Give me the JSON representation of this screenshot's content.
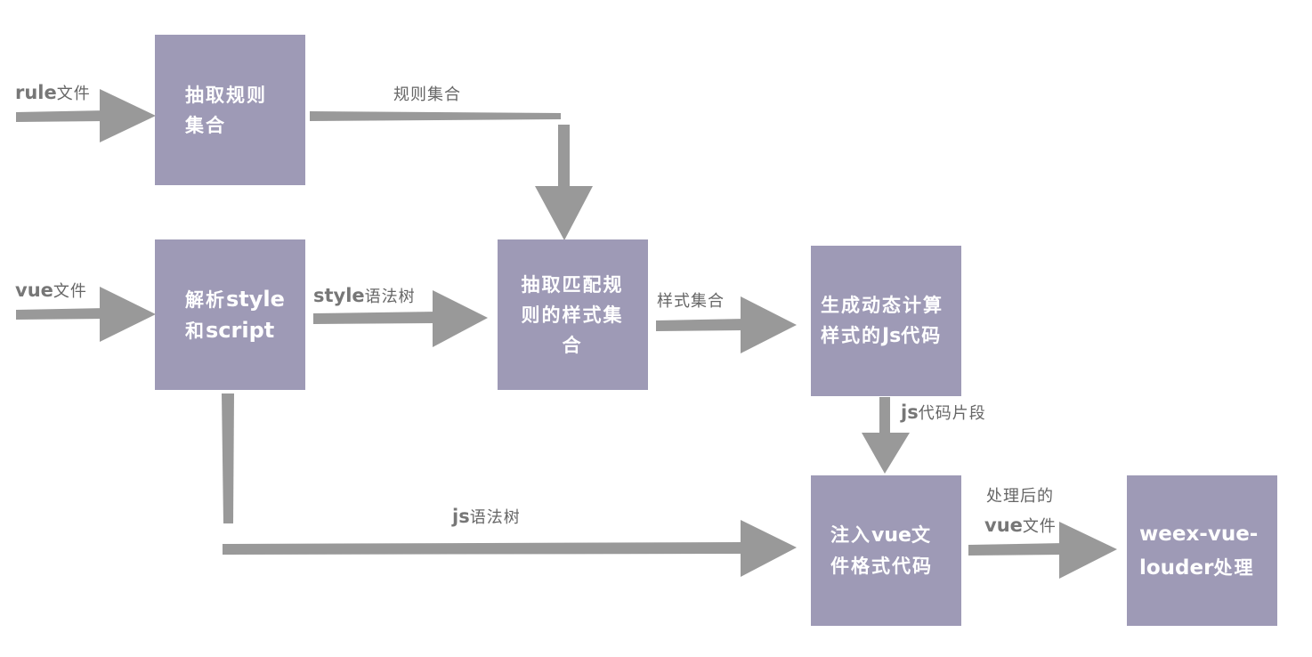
{
  "colors": {
    "box_fill": "#9e9ab6",
    "box_text": "#ffffff",
    "arrow": "#999999",
    "label_text": "#666666"
  },
  "boxes": {
    "extract_rules": "抽取规则集合",
    "parse": {
      "pre1": "解析",
      "en1": "style",
      "pre2": "和",
      "en2": "script"
    },
    "extract_match": "抽取匹配规则的样式集合",
    "generate": {
      "pre": "生成动态计算样式的",
      "en": "Js",
      "post": "代码"
    },
    "inject": {
      "pre": "注入",
      "en": "vue",
      "post": "文件格式代码"
    },
    "weex": {
      "en": "weex-vue-louder",
      "post": "处理"
    }
  },
  "labels": {
    "rule_file": {
      "en": "rule",
      "zh": "文件"
    },
    "vue_file": {
      "en": "vue",
      "zh": "文件"
    },
    "rule_set": "规则集合",
    "style_ast": {
      "en": "style",
      "zh": "语法树"
    },
    "style_set": "样式集合",
    "js_fragment": {
      "en": "js",
      "zh": "代码片段"
    },
    "js_ast": {
      "en": "js",
      "zh": "语法树"
    },
    "processed": {
      "line1": "处理后的",
      "en": "vue",
      "zh": "文件"
    }
  }
}
